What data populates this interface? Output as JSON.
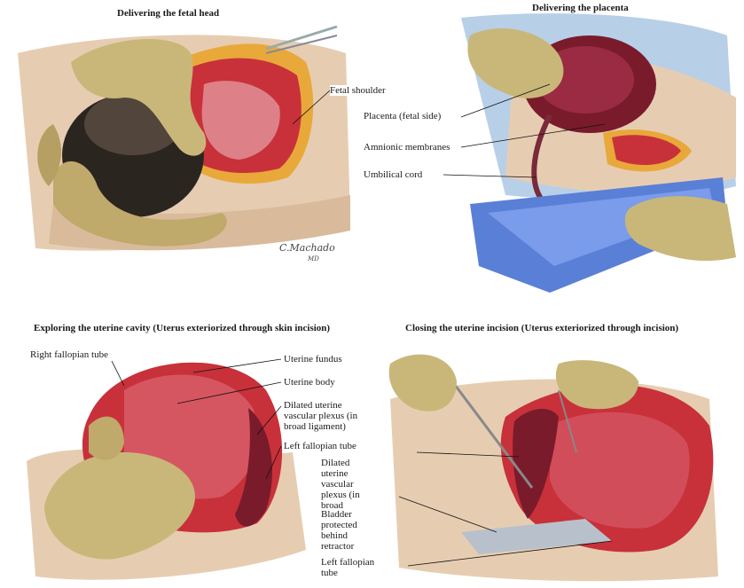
{
  "panels": {
    "head": {
      "title": "Delivering the fetal head",
      "labels": {
        "fetal_shoulder": "Fetal shoulder"
      },
      "signature": "C.Machado",
      "signature_sub": "MD"
    },
    "placenta": {
      "title": "Delivering the placenta",
      "labels": {
        "placenta": "Placenta (fetal side)",
        "amnionic": "Amnionic membranes",
        "umbilical": "Umbilical cord"
      }
    },
    "cavity": {
      "title": "Exploring the uterine cavity (Uterus exteriorized through skin incision)",
      "labels": {
        "right_tube": "Right fallopian tube",
        "fundus": "Uterine fundus",
        "body": "Uterine body",
        "plexus": "Dilated uterine vascular plexus (in broad ligament)",
        "left_tube": "Left fallopian tube"
      }
    },
    "closing": {
      "title": "Closing the uterine incision (Uterus exteriorized through incision)",
      "labels": {
        "plexus": "Dilated uterine vascular plexus (in broad ligament)",
        "bladder": "Bladder protected behind retractor",
        "left_tube": "Left fallopian tube"
      }
    }
  },
  "colors": {
    "tissue": "#c8313a",
    "tissue_dark": "#7a1b2c",
    "glove": "#c9b77a",
    "skin": "#e8d2b8",
    "drape": "#a9c6e6",
    "fat": "#e9a83a",
    "basin": "#5a7fd6"
  }
}
